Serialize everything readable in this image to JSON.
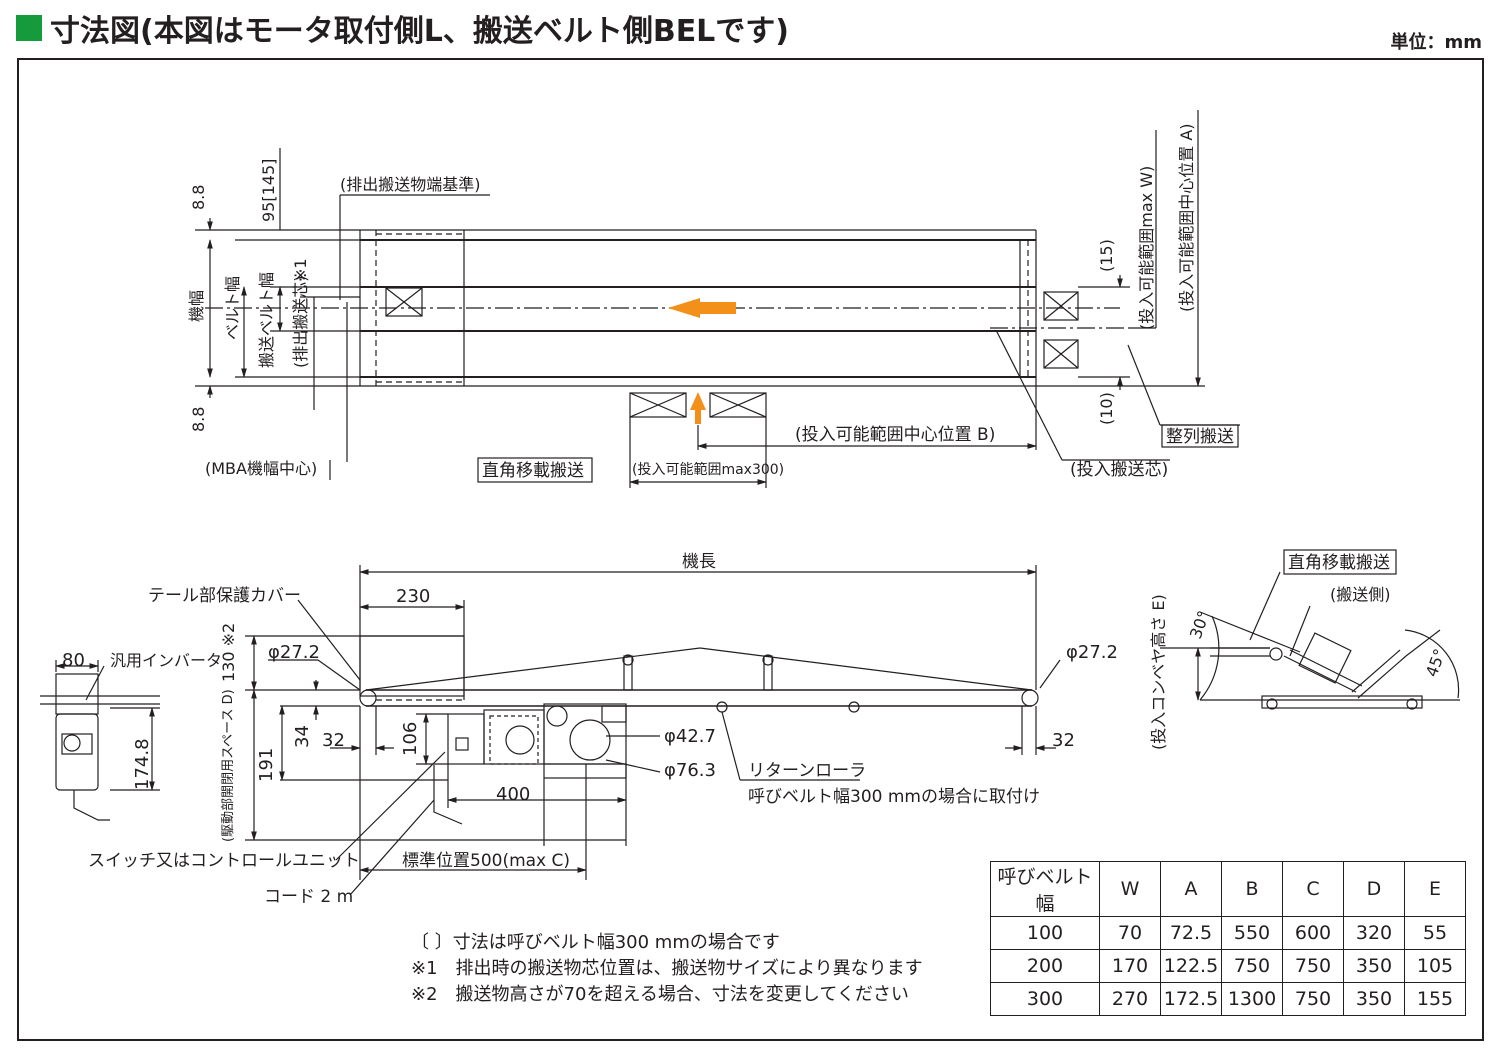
{
  "header": {
    "title": "寸法図(本図はモータ取付側L、搬送ベルト側BELです)",
    "unit": "単位：mm"
  },
  "labels": {
    "discharge_end_ref": "(排出搬送物端基準)",
    "dim_8_8_top": "8.8",
    "dim_8_8_bottom": "8.8",
    "dim_95_145": "95[145]",
    "machine_width": "機幅",
    "belt_width": "ベルト幅",
    "conveyor_belt_width": "搬送ベルト幅",
    "discharge_center": "(排出搬送芯)",
    "note_mark_1": "※1",
    "mba_center": "(MBA機幅中心)",
    "right_angle_transfer": "直角移載搬送",
    "input_range_max300": "(投入可能範囲max300)",
    "input_center_b": "(投入可能範囲中心位置 B)",
    "input_center_line": "(投入搬送芯)",
    "aligned_transfer": "整列搬送",
    "dim_15": "(15)",
    "dim_10": "(10)",
    "input_range_max_w": "(投入可能範囲max W)",
    "input_center_a": "(投入可能範囲中心位置 A)",
    "machine_length": "機長",
    "tail_cover": "テール部保護カバー",
    "dim_230": "230",
    "dim_130": "130 ※2",
    "phi_27_2_left": "φ27.2",
    "phi_27_2_right": "φ27.2",
    "dim_80": "80",
    "general_inverter": "汎用インバータ",
    "dim_174_8": "174.8",
    "drive_space": "(駆動部開閉用スペース D)",
    "dim_191": "191",
    "dim_34": "34",
    "dim_32_left": "32",
    "dim_106": "106",
    "dim_32_right": "32",
    "phi_42_7": "φ42.7",
    "phi_76_3": "φ76.3",
    "return_roller": "リターンローラ",
    "return_roller_note": "呼びベルト幅300 mmの場合に取付け",
    "dim_400": "400",
    "switch_unit": "スイッチ又はコントロールユニット",
    "standard_position": "標準位置500(max C)",
    "cord": "コード 2 m",
    "right_angle_transfer_2": "直角移載搬送",
    "transfer_side": "(搬送側)",
    "input_height_e": "(投入コンベヤ高さ E)",
    "angle_30": "30°",
    "angle_45": "45°"
  },
  "notes": [
    "〔 〕寸法は呼びベルト幅300 mmの場合です",
    "※1　排出時の搬送物芯位置は、搬送物サイズにより異なります",
    "※2　搬送物高さが70を超える場合、寸法を変更してください"
  ],
  "spec_table": {
    "headers": [
      "呼びベルト幅",
      "W",
      "A",
      "B",
      "C",
      "D",
      "E"
    ],
    "rows": [
      [
        "100",
        "70",
        "72.5",
        "550",
        "600",
        "320",
        "55"
      ],
      [
        "200",
        "170",
        "122.5",
        "750",
        "750",
        "350",
        "105"
      ],
      [
        "300",
        "270",
        "172.5",
        "1300",
        "750",
        "350",
        "155"
      ]
    ]
  },
  "colors": {
    "title_square": "#159a3c",
    "arrow_orange": "#f39019",
    "line": "#231f20"
  }
}
